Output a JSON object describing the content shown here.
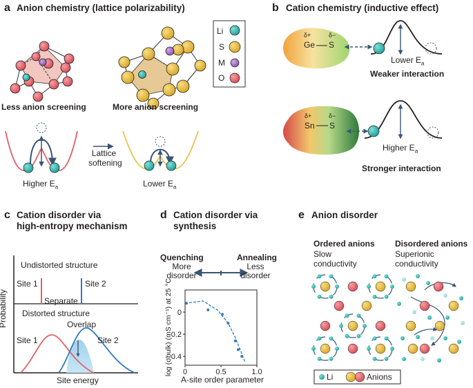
{
  "panel_a": {
    "letter": "a",
    "title": "Anion chemistry (lattice polarizability)",
    "left_caption": "Less anion screening",
    "right_caption": "More anion screening",
    "legend": [
      "Li",
      "S",
      "M",
      "O"
    ],
    "arrow_label_line1": "Lattice",
    "arrow_label_line2": "softening",
    "higher_e": "Higher E",
    "lower_e": "Lower E",
    "e_sub": "a"
  },
  "panel_b": {
    "letter": "b",
    "title": "Cation chemistry (inductive effect)",
    "top_atom": "Ge",
    "bottom_atom": "Sn",
    "s_atom": "S",
    "delta_plus": "δ+",
    "delta_minus": "δ−",
    "lower_e": "Lower E",
    "higher_e": "Higher E",
    "e_sub": "a",
    "weaker": "Weaker interaction",
    "stronger": "Stronger interaction"
  },
  "panel_c": {
    "letter": "c",
    "title_line1": "Cation disorder via",
    "title_line2": "high-entropy mechanism",
    "undistorted": "Undistorted structure",
    "distorted": "Distorted structure",
    "site1": "Site 1",
    "site2": "Site 2",
    "separate": "Separate",
    "overlap": "Overlap",
    "ylabel": "Probability",
    "xlabel": "Site energy"
  },
  "panel_d": {
    "letter": "d",
    "title_line1": "Cation disorder via",
    "title_line2": "synthesis",
    "quenching": "Quenching",
    "more_disorder_1": "More",
    "more_disorder_2": "disorder",
    "annealing": "Annealing",
    "less_disorder_1": "Less",
    "less_disorder_2": "disorder",
    "ylabel": "log (σbulk) (mS cm⁻¹) at 25 °C",
    "xlabel": "A-site order parameter"
  },
  "panel_e": {
    "letter": "e",
    "title": "Anion disorder",
    "ordered": "Ordered anions",
    "ordered_sub": "Slow",
    "ordered_sub2": "conductivity",
    "disordered": "Disordered anions",
    "disordered_sub": "Superionic",
    "disordered_sub2": "conductivity",
    "legend_li": "Li",
    "legend_anions": "Anions"
  },
  "colors": {
    "li": "#2bb3ad",
    "s": "#e8b93a",
    "m": "#a772c6",
    "o": "#e0626a",
    "arrow": "#3a5476",
    "red_curve": "#e0626a",
    "yellow_curve": "#e8c24b",
    "blue_curve": "#2e7bbf"
  },
  "chart_data": {
    "type": "scatter",
    "xlabel": "A-site order parameter",
    "ylabel": "log (σbulk) (mS cm⁻¹) at 25 °C",
    "xlim": [
      0,
      1.0
    ],
    "ylim": [
      -0.48,
      0.2
    ],
    "xticks": [
      0,
      0.5,
      1.0
    ],
    "yticks": [
      0,
      -0.2,
      -0.4
    ],
    "xtick_labels": [
      "0",
      "0.5",
      "1.0"
    ],
    "ytick_labels": [
      "0",
      "-0.2",
      "-0.4"
    ],
    "points": [
      {
        "x": 0.02,
        "y": 0.08
      },
      {
        "x": 0.32,
        "y": 0.02
      },
      {
        "x": 0.52,
        "y": -0.02
      },
      {
        "x": 0.6,
        "y": -0.1
      },
      {
        "x": 0.7,
        "y": -0.26
      },
      {
        "x": 0.74,
        "y": -0.34
      },
      {
        "x": 0.79,
        "y": -0.4
      }
    ],
    "fit": [
      {
        "x": 0.0,
        "y": 0.08
      },
      {
        "x": 0.25,
        "y": 0.1
      },
      {
        "x": 0.45,
        "y": 0.02
      },
      {
        "x": 0.6,
        "y": -0.1
      },
      {
        "x": 0.7,
        "y": -0.23
      },
      {
        "x": 0.78,
        "y": -0.36
      },
      {
        "x": 0.84,
        "y": -0.46
      }
    ]
  }
}
